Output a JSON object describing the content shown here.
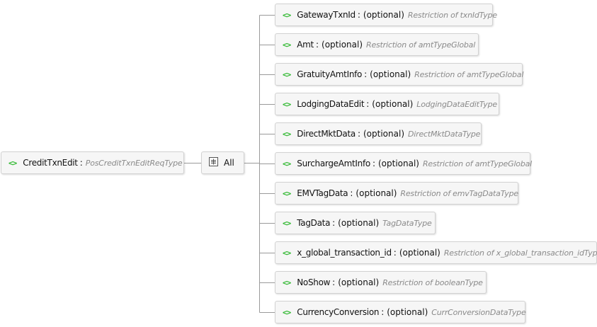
{
  "root": {
    "icon": "element-icon",
    "name": "CreditTxnEdit",
    "type": "PosCreditTxnEditReqType"
  },
  "compositor": {
    "icon": "all-compositor-icon",
    "label": "All"
  },
  "children": [
    {
      "icon": "element-icon",
      "name": "GatewayTxnId",
      "optional": "(optional)",
      "type": "Restriction of txnIdType"
    },
    {
      "icon": "element-icon",
      "name": "Amt",
      "optional": "(optional)",
      "type": "Restriction of amtTypeGlobal"
    },
    {
      "icon": "element-icon",
      "name": "GratuityAmtInfo",
      "optional": "(optional)",
      "type": "Restriction of amtTypeGlobal"
    },
    {
      "icon": "element-icon",
      "name": "LodgingDataEdit",
      "optional": "(optional)",
      "type": "LodgingDataEditType"
    },
    {
      "icon": "element-icon",
      "name": "DirectMktData",
      "optional": "(optional)",
      "type": "DirectMktDataType"
    },
    {
      "icon": "element-icon",
      "name": "SurchargeAmtInfo",
      "optional": "(optional)",
      "type": "Restriction of amtTypeGlobal"
    },
    {
      "icon": "element-icon",
      "name": "EMVTagData",
      "optional": "(optional)",
      "type": "Restriction of emvTagDataType"
    },
    {
      "icon": "element-icon",
      "name": "TagData",
      "optional": "(optional)",
      "type": "TagDataType"
    },
    {
      "icon": "element-icon",
      "name": "x_global_transaction_id",
      "optional": "(optional)",
      "type": "Restriction of x_global_transaction_idType"
    },
    {
      "icon": "element-icon",
      "name": "NoShow",
      "optional": "(optional)",
      "type": "Restriction of booleanType"
    },
    {
      "icon": "element-icon",
      "name": "CurrencyConversion",
      "optional": "(optional)",
      "type": "CurrConversionDataType"
    }
  ],
  "colors": {
    "element_icon": "#2eb82e",
    "type_text": "#8a8a8a",
    "node_background": "#f6f6f6",
    "node_border": "#d2d2d2",
    "connector": "#9a9a9a"
  }
}
